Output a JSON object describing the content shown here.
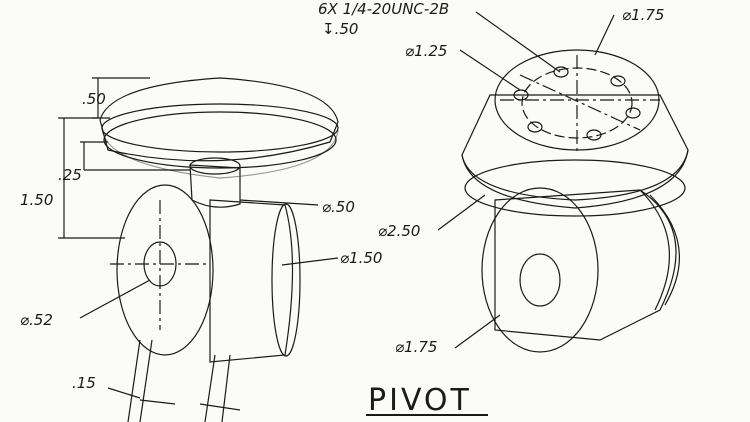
{
  "title": "PIVOT",
  "labels": {
    "thread_callout": "6X 1/4-20UNC-2B",
    "thread_depth": "↧.50",
    "dia_top_right": "⌀1.75",
    "dia_bolt_circle": "⌀1.25",
    "dia_cap": "⌀2.50",
    "dia_body_right": "⌀1.75",
    "dim_top_height": ".50",
    "dim_neck_height": ".25",
    "dim_total_height": "1.50",
    "dia_neck": "⌀.50",
    "dia_body_left": "⌀1.50",
    "dia_hole": "⌀.52",
    "dim_width": ".15"
  }
}
